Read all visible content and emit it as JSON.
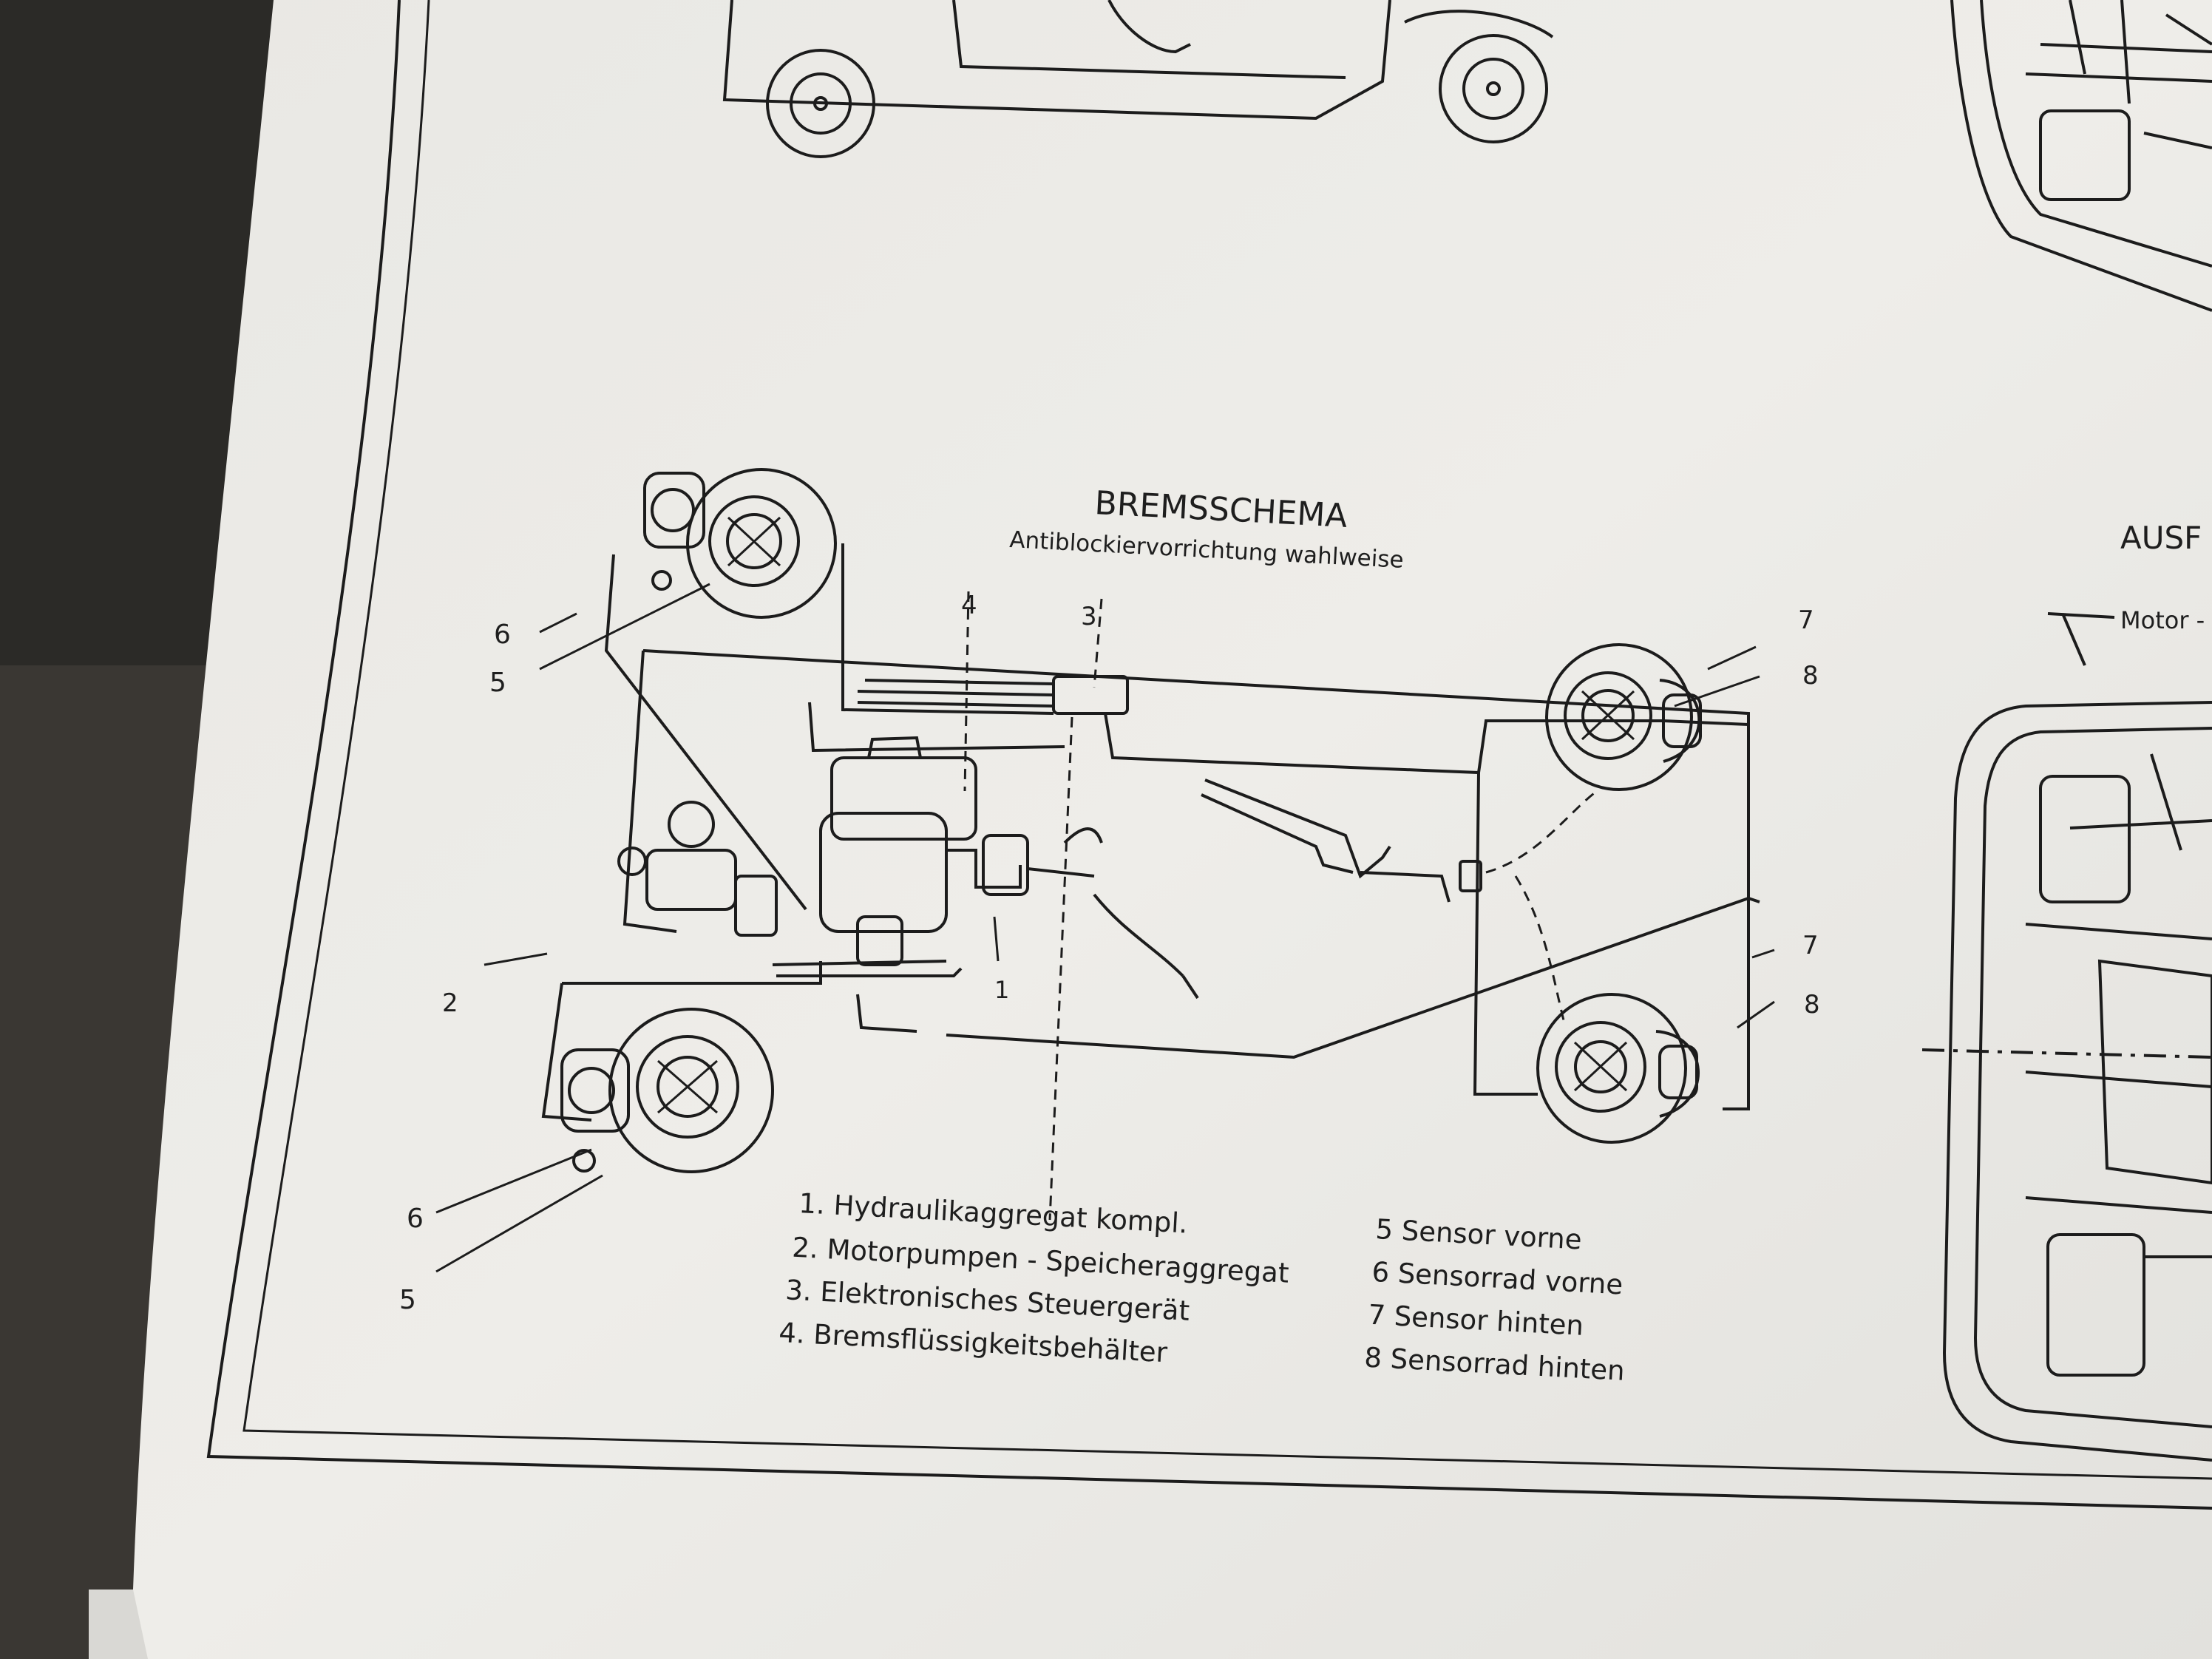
{
  "diagram": {
    "title": "BREMSSCHEMA",
    "subtitle": "Antiblockiervorrichtung wahlweise",
    "callouts": [
      "1",
      "2",
      "3",
      "4",
      "5",
      "6",
      "7",
      "8"
    ],
    "legend_left": [
      "1. Hydraulikaggregat  kompl.",
      "2. Motorpumpen - Speicheraggregat",
      "3. Elektronisches  Steuergerät",
      "4. Bremsflüssigkeitsbehälter"
    ],
    "legend_right": [
      "5  Sensor  vorne",
      "6  Sensorrad  vorne",
      "7  Sensor  hinten",
      "8  Sensorrad  hinten"
    ]
  },
  "adjacent_panel": {
    "heading": "AUSF",
    "label": "Motor -"
  },
  "colors": {
    "paper": "#eceae6",
    "ink": "#1c1c1c",
    "background": "#2b2a27"
  }
}
